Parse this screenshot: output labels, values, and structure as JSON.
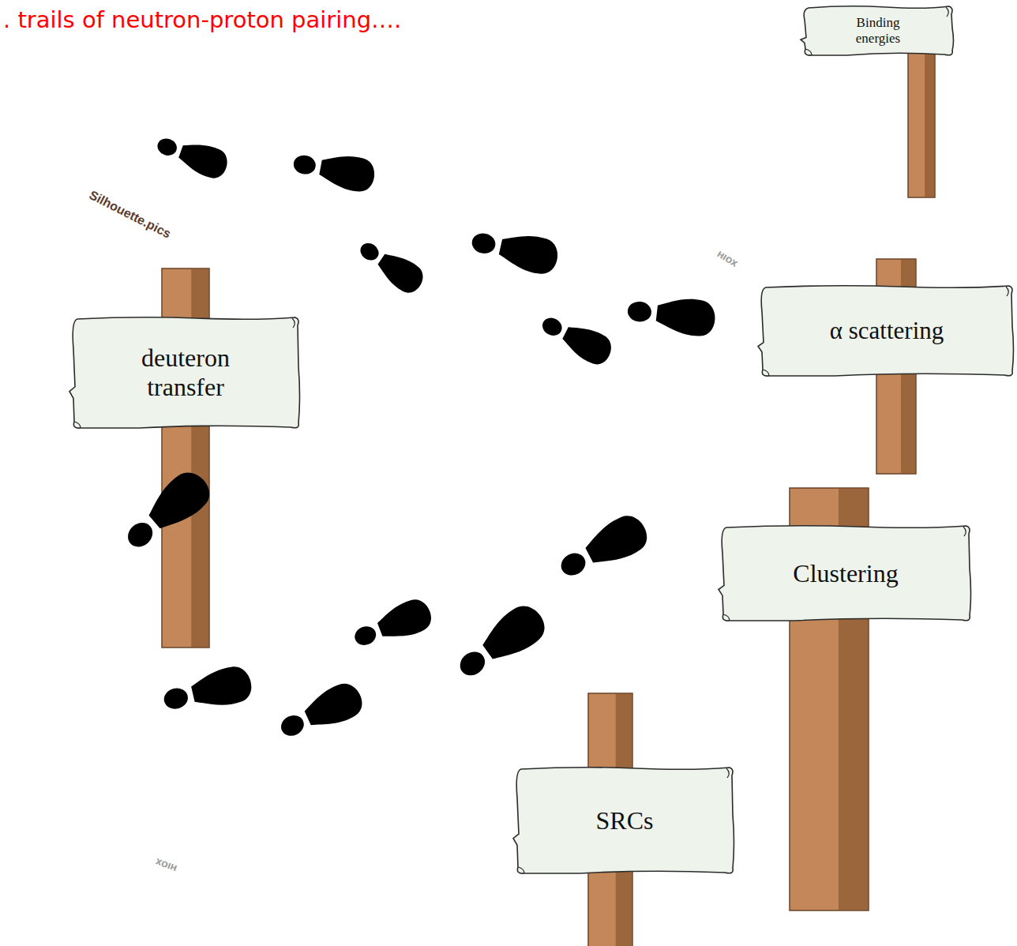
{
  "diagram": {
    "title": ". trails of neutron-proton pairing….",
    "nodes": [
      {
        "text": [
          "Binding energies"
        ]
      },
      {
        "text": [
          "α scattering"
        ]
      },
      {
        "text": [
          "deuteron transfer"
        ]
      },
      {
        "text": [
          "Clustering"
        ]
      },
      {
        "text": [
          "SRCs"
        ]
      }
    ],
    "labels": [
      "Silhouette.pics",
      "HIOX",
      "HIOX"
    ]
  }
}
